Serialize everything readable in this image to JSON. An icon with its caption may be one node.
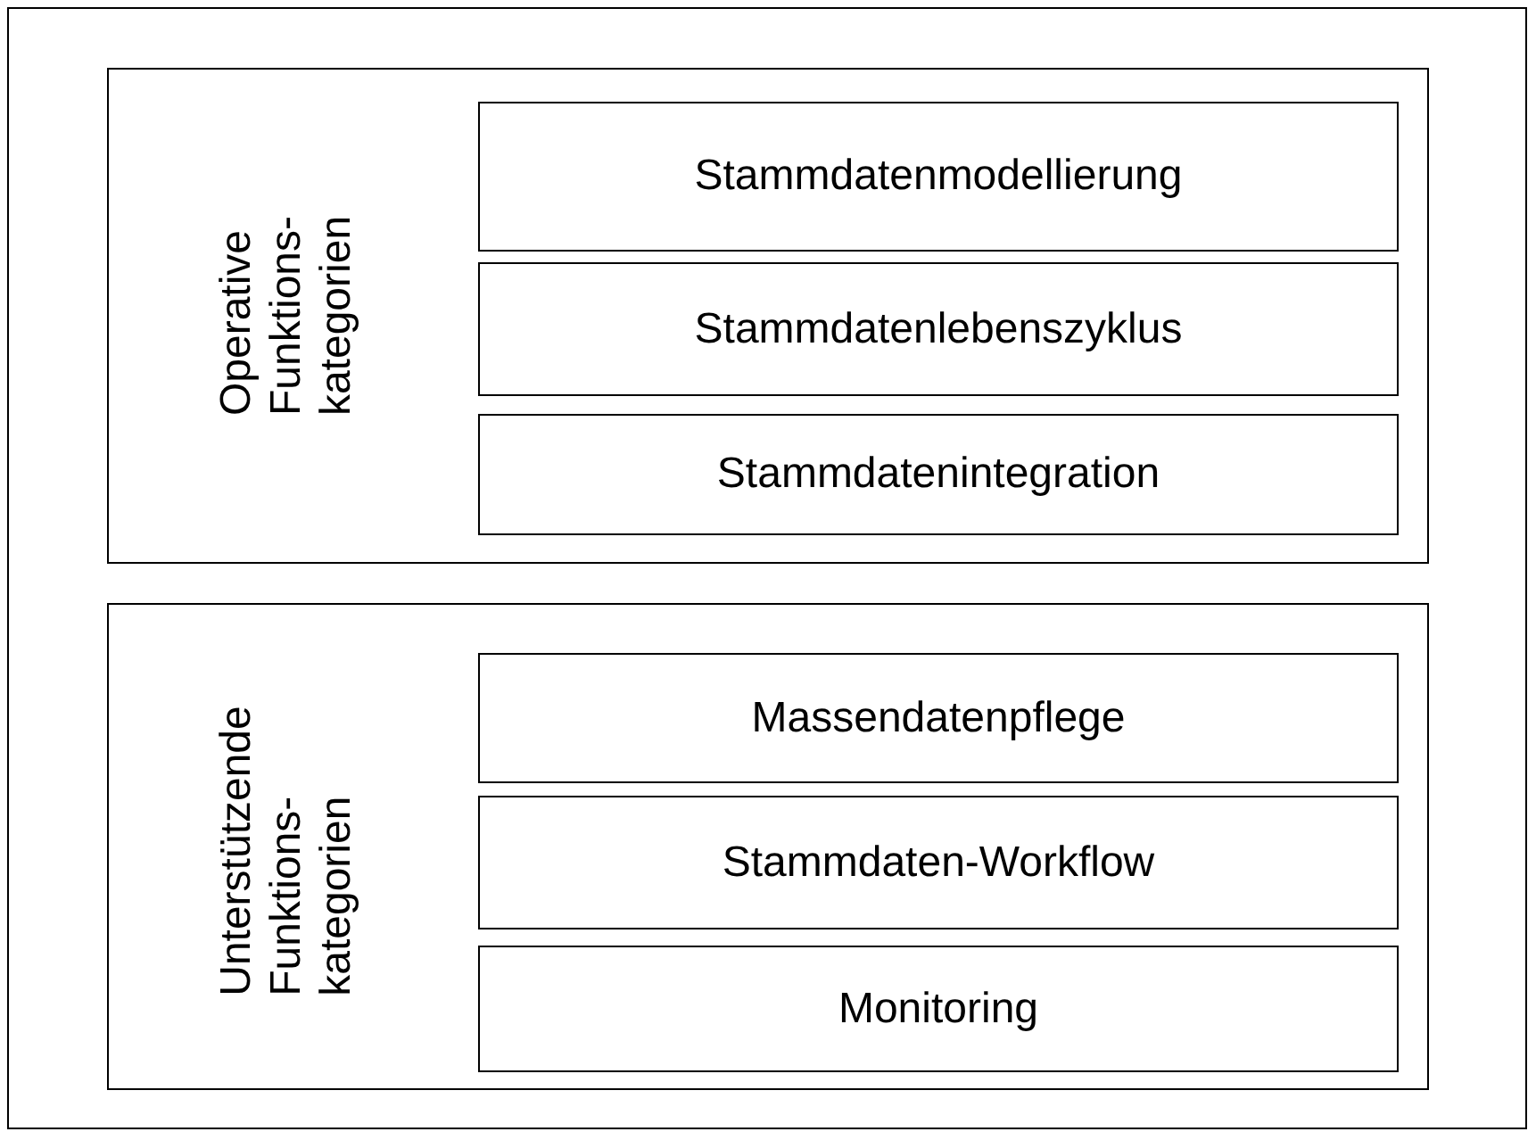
{
  "diagram": {
    "nodes": [
      {
        "text": [
          "Operative Funktions- kategorien"
        ]
      },
      {
        "text": [
          "Stammdatenmodellierung"
        ],
        "in": 0
      },
      {
        "text": [
          "Stammdatenlebenszyklus"
        ],
        "in": 0
      },
      {
        "text": [
          "Stammdatenintegration"
        ],
        "in": 0
      },
      {
        "text": [
          "Unterstützende Funktions- kategorien"
        ]
      },
      {
        "text": [
          "Massendatenpflege"
        ],
        "in": 4
      },
      {
        "text": [
          "Stammdaten-Workflow"
        ],
        "in": 4
      },
      {
        "text": [
          "Monitoring"
        ],
        "in": 4
      }
    ]
  }
}
